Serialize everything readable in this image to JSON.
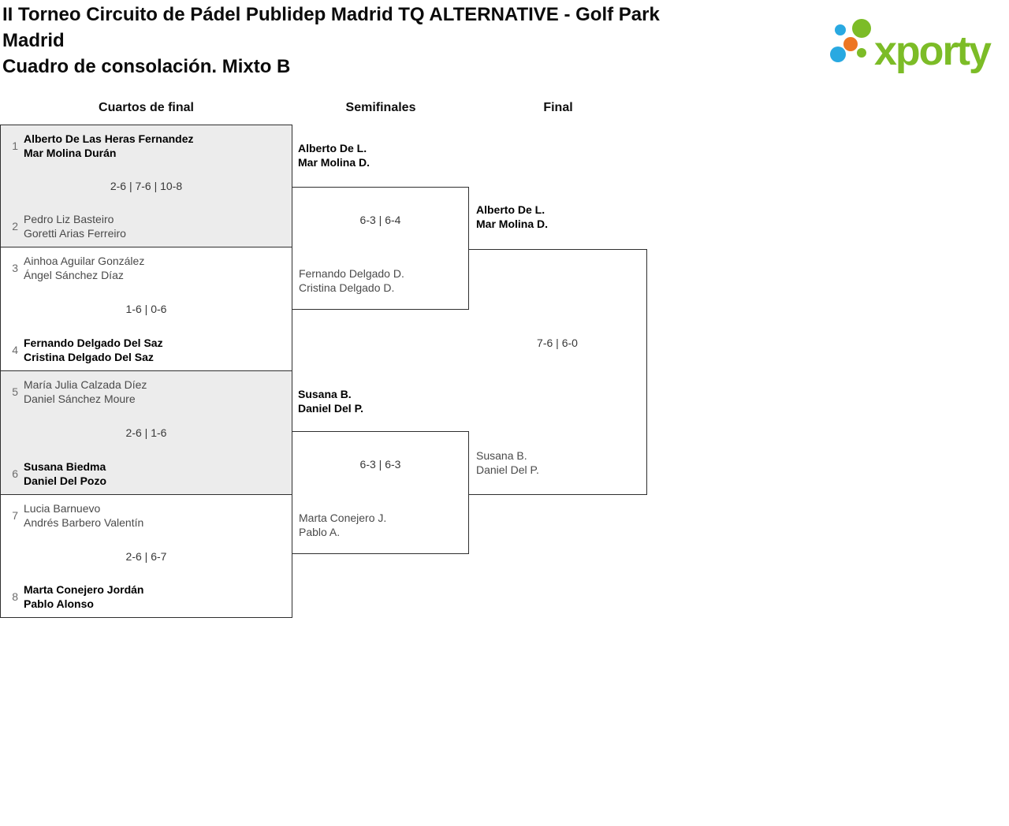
{
  "header": {
    "title": "II Torneo Circuito de Pádel Publidep Madrid TQ ALTERNATIVE - Golf Park Madrid",
    "subtitle": "Cuadro de consolación. Mixto B",
    "logo_text": "xporty"
  },
  "colors": {
    "logo_green": "#7cbc27",
    "logo_blue": "#29a9e1",
    "logo_orange": "#ed7622",
    "block_gray": "#ececec",
    "bracket_line": "#2f2f2f"
  },
  "rounds": {
    "quarterfinals": "Cuartos de final",
    "semifinals": "Semifinales",
    "final": "Final"
  },
  "bracket": {
    "quarterfinals": [
      {
        "top": {
          "seed": "1",
          "players": [
            "Alberto De Las Heras Fernandez",
            "Mar Molina Durán"
          ],
          "winner": true
        },
        "score": "2-6 | 7-6 | 10-8",
        "bottom": {
          "seed": "2",
          "players": [
            "Pedro Liz Basteiro",
            "Goretti Arias Ferreiro"
          ],
          "winner": false
        }
      },
      {
        "top": {
          "seed": "3",
          "players": [
            "Ainhoa Aguilar González",
            "Ángel Sánchez Díaz"
          ],
          "winner": false
        },
        "score": "1-6 | 0-6",
        "bottom": {
          "seed": "4",
          "players": [
            "Fernando Delgado Del Saz",
            "Cristina Delgado Del Saz"
          ],
          "winner": true
        }
      },
      {
        "top": {
          "seed": "5",
          "players": [
            "María Julia Calzada Díez",
            "Daniel Sánchez Moure"
          ],
          "winner": false
        },
        "score": "2-6 | 1-6",
        "bottom": {
          "seed": "6",
          "players": [
            "Susana Biedma",
            "Daniel Del Pozo"
          ],
          "winner": true
        }
      },
      {
        "top": {
          "seed": "7",
          "players": [
            "Lucia Barnuevo",
            "Andrés Barbero Valentín"
          ],
          "winner": false
        },
        "score": "2-6 | 6-7",
        "bottom": {
          "seed": "8",
          "players": [
            "Marta Conejero Jordán",
            "Pablo Alonso"
          ],
          "winner": true
        }
      }
    ],
    "semifinals": [
      {
        "winner": [
          "Alberto De L.",
          "Mar Molina D."
        ],
        "score": "6-3 | 6-4",
        "loser": [
          "Fernando Delgado D.",
          "Cristina Delgado D."
        ]
      },
      {
        "winner": [
          "Susana B.",
          "Daniel Del P."
        ],
        "score": "6-3 | 6-3",
        "loser": [
          "Marta Conejero J.",
          "Pablo A."
        ]
      }
    ],
    "final": {
      "winner": [
        "Alberto De L.",
        "Mar Molina D."
      ],
      "score": "7-6 | 6-0",
      "loser": [
        "Susana B.",
        "Daniel Del P."
      ]
    }
  }
}
